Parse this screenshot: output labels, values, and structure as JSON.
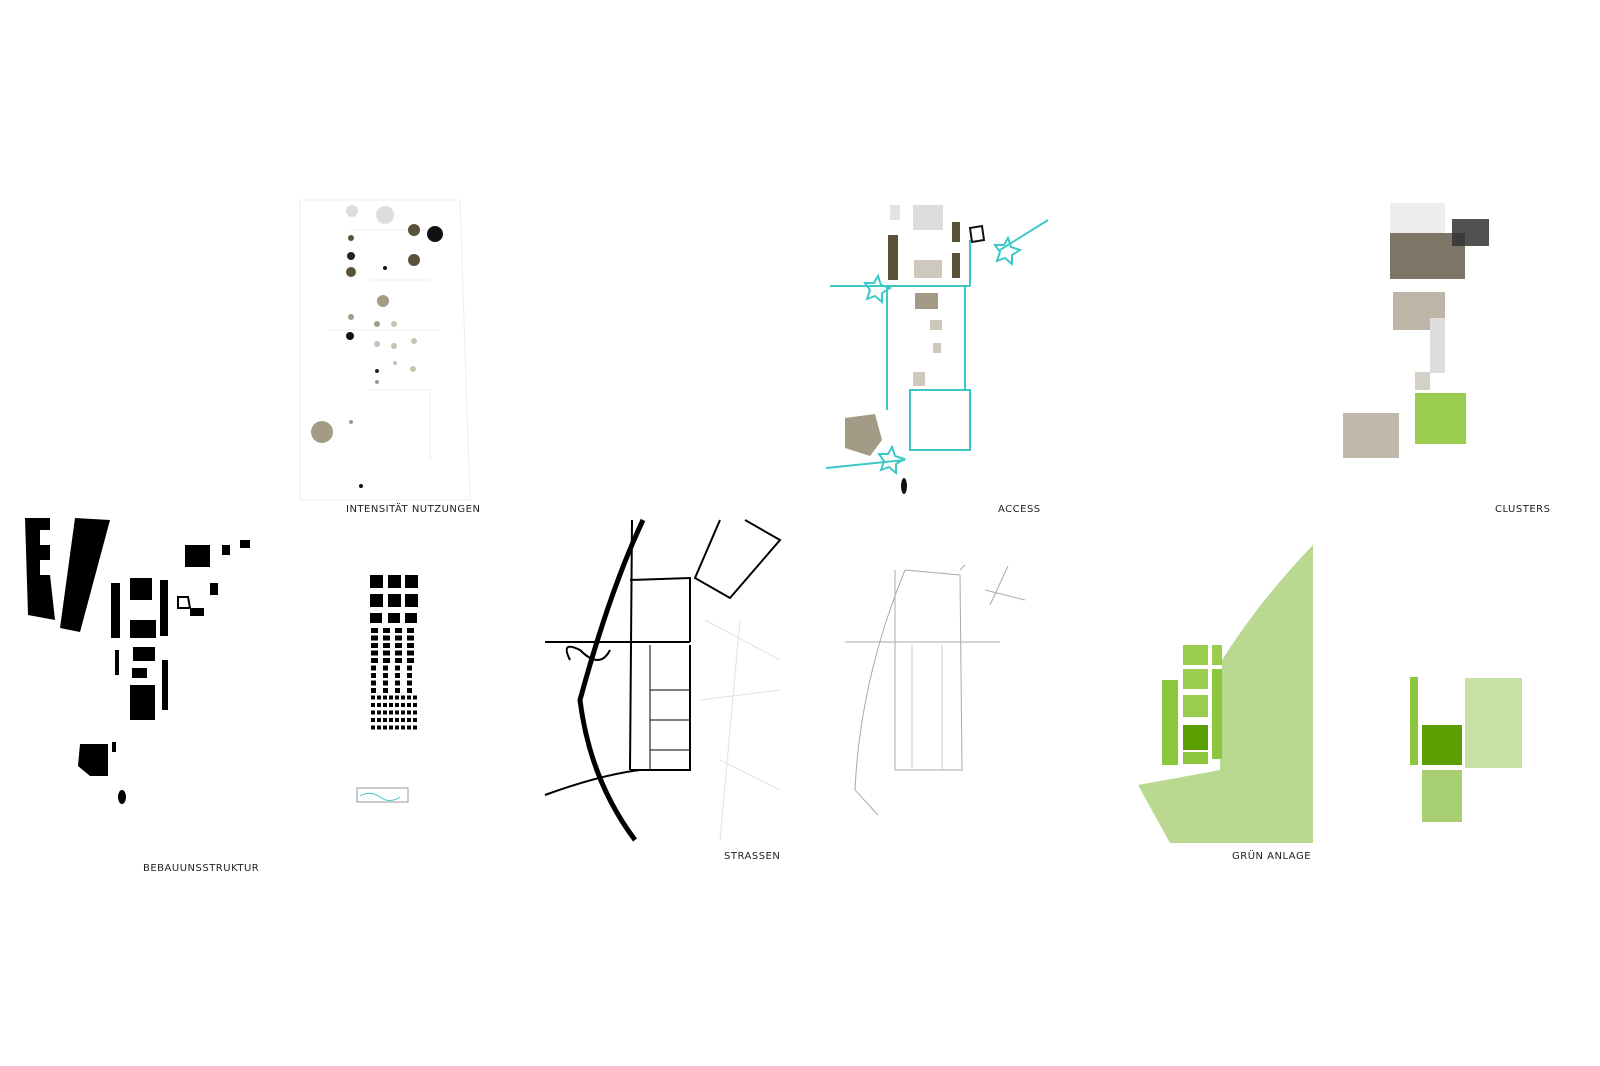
{
  "panels": {
    "intensitaet": "INTENSITÄT NUTZUNGEN",
    "access": "ACCESS",
    "clusters": "CLUSTERS",
    "bebauung": "BEBAUUNSSTRUKTUR",
    "strassen": "STRASSEN",
    "gruen": "GRÜN ANLAGE"
  },
  "colors": {
    "black": "#000000",
    "olive": "#5a5138",
    "taupe": "#a39b86",
    "light_taupe": "#cfc9bd",
    "cyan": "#3cc8c8",
    "green": "#8cc63f",
    "dark_green": "#5aa000",
    "light_green": "#b8d98f"
  }
}
